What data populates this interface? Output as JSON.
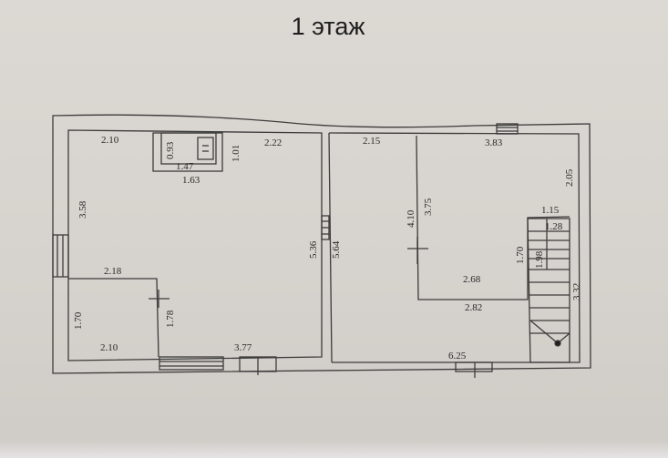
{
  "title": "1 этаж",
  "colors": {
    "background": "#d8d4cf",
    "line": "#3c3c3c",
    "text": "#2a2a2a"
  },
  "dimensions": {
    "d_2_10_top": "2.10",
    "d_0_93": "0.93",
    "d_1_47": "1.47",
    "d_1_63": "1.63",
    "d_1_01": "1.01",
    "d_2_22": "2.22",
    "d_3_58": "3.58",
    "d_2_18": "2.18",
    "d_1_70_left": "1.70",
    "d_1_78": "1.78",
    "d_2_10_bottom": "2.10",
    "d_3_77": "3.77",
    "d_5_36": "5.36",
    "d_5_64": "5.64",
    "d_2_15": "2.15",
    "d_4_10": "4.10",
    "d_3_75": "3.75",
    "d_3_83": "3.83",
    "d_2_05": "2.05",
    "d_1_15": "1.15",
    "d_1_28": "1.28",
    "d_1_70_right": "1.70",
    "d_1_98": "1.98",
    "d_2_68": "2.68",
    "d_2_82": "2.82",
    "d_3_32": "3.32",
    "d_6_25": "6.25"
  }
}
